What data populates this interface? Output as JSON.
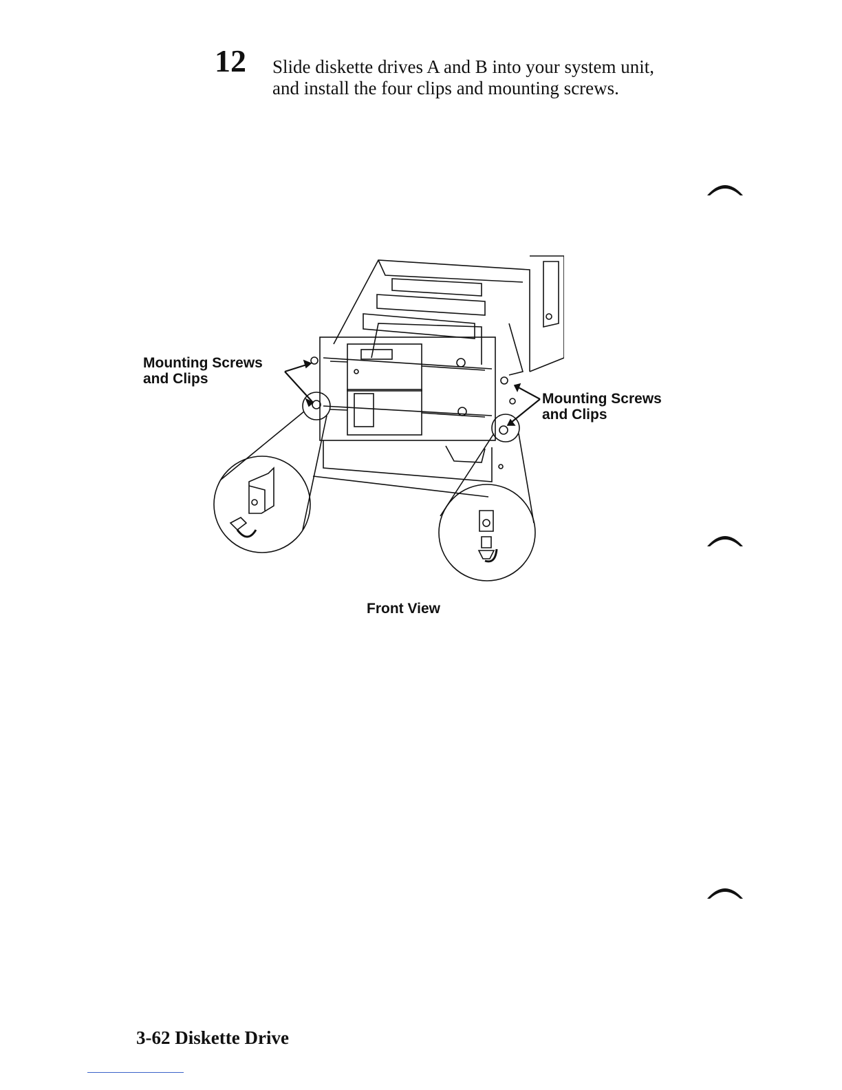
{
  "step": {
    "number": "12",
    "text": "Slide diskette drives A and B into your system unit, and install the four clips and mounting screws."
  },
  "figure": {
    "callout_left": [
      "Mounting Screws",
      "and Clips"
    ],
    "callout_right": [
      "Mounting Screws",
      "and Clips"
    ],
    "caption": "Front View"
  },
  "footer": {
    "page_label": "3-62  Diskette Drive"
  }
}
